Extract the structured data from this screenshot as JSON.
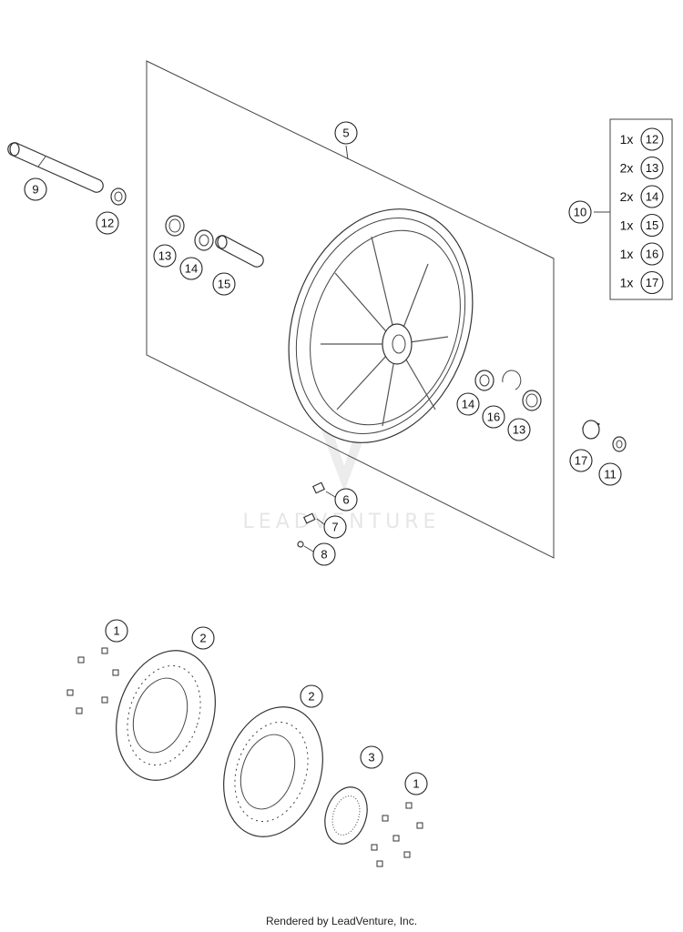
{
  "watermark": {
    "text": "LEADVENTURE"
  },
  "footer": {
    "text": "Rendered by LeadVenture, Inc."
  },
  "callouts": [
    {
      "id": "c5",
      "label": "5"
    },
    {
      "id": "c9",
      "label": "9"
    },
    {
      "id": "c12a",
      "label": "12"
    },
    {
      "id": "c13a",
      "label": "13"
    },
    {
      "id": "c14a",
      "label": "14"
    },
    {
      "id": "c15a",
      "label": "15"
    },
    {
      "id": "c10",
      "label": "10"
    },
    {
      "id": "c14b",
      "label": "14"
    },
    {
      "id": "c16b",
      "label": "16"
    },
    {
      "id": "c13b",
      "label": "13"
    },
    {
      "id": "c17",
      "label": "17"
    },
    {
      "id": "c11",
      "label": "11"
    },
    {
      "id": "c6",
      "label": "6"
    },
    {
      "id": "c7",
      "label": "7"
    },
    {
      "id": "c8",
      "label": "8"
    },
    {
      "id": "c1a",
      "label": "1"
    },
    {
      "id": "c2a",
      "label": "2"
    },
    {
      "id": "c2b",
      "label": "2"
    },
    {
      "id": "c3",
      "label": "3"
    },
    {
      "id": "c1b",
      "label": "1"
    }
  ],
  "kit_box": {
    "rows": [
      {
        "qty": "1x",
        "part": "12"
      },
      {
        "qty": "2x",
        "part": "13"
      },
      {
        "qty": "2x",
        "part": "14"
      },
      {
        "qty": "1x",
        "part": "15"
      },
      {
        "qty": "1x",
        "part": "16"
      },
      {
        "qty": "1x",
        "part": "17"
      }
    ]
  }
}
